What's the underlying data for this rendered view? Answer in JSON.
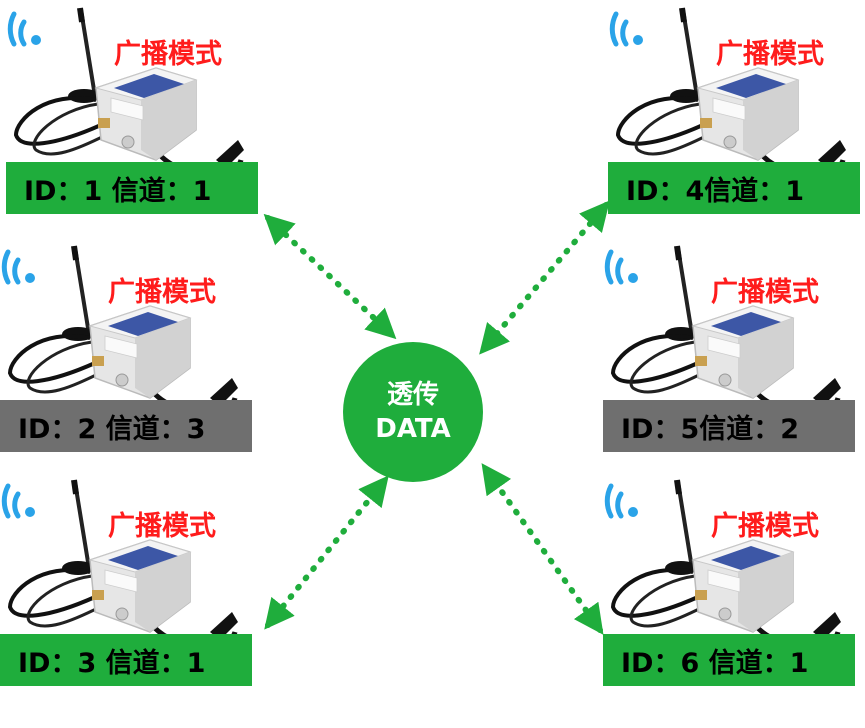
{
  "colors": {
    "active": "#1fad3c",
    "inactive": "#6f6f6f",
    "mode_text": "#ff1c1c",
    "wifi": "#2aa3e8",
    "link": "#1fad3c"
  },
  "hub": {
    "line1": "透传",
    "line2": "DATA"
  },
  "nodes": [
    {
      "mode": "广播模式",
      "label": "ID：1 信道：1",
      "state": "active"
    },
    {
      "mode": "广播模式",
      "label": "ID：2 信道：3",
      "state": "inactive"
    },
    {
      "mode": "广播模式",
      "label": "ID：3 信道：1",
      "state": "active"
    },
    {
      "mode": "广播模式",
      "label": "ID：4信道：1",
      "state": "active"
    },
    {
      "mode": "广播模式",
      "label": "ID：5信道：2",
      "state": "inactive"
    },
    {
      "mode": "广播模式",
      "label": "ID：6 信道：1",
      "state": "active"
    }
  ]
}
